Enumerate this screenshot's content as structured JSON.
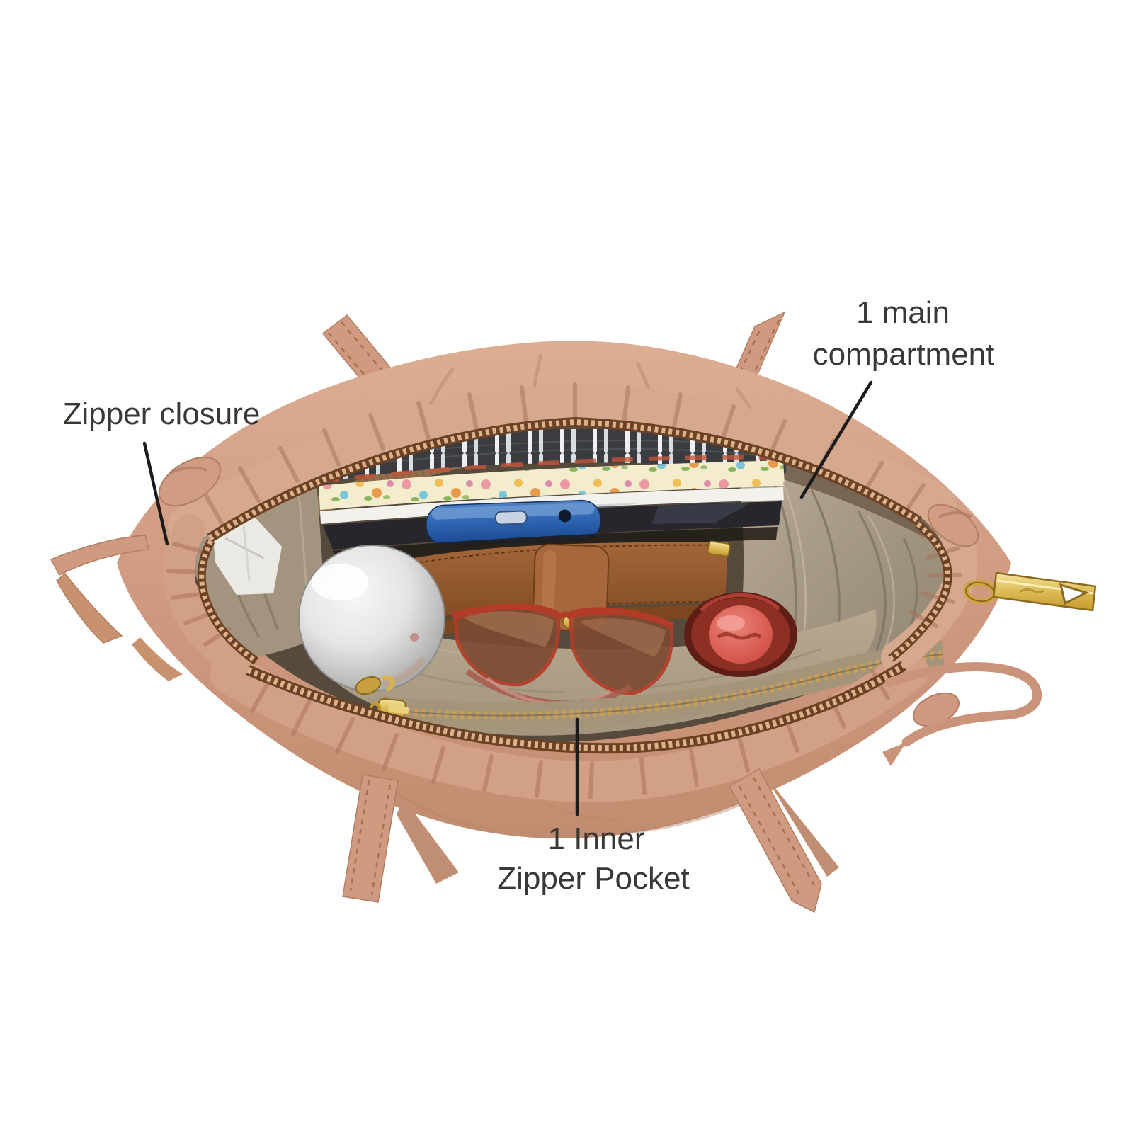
{
  "scene": {
    "background": "#ffffff",
    "subject": "Top view of an open blush-tan ruched tote bag showing its filled main compartment",
    "items_visible": [
      "spiral notebook with floral edge",
      "white tablet",
      "blue smartphone",
      "brown wallet with strap loop",
      "silver sphere compact",
      "red-frame sunglasses",
      "red cosmetic jar",
      "white tissue",
      "gold zipper pull",
      "inner zipper pocket with gold slider"
    ]
  },
  "annotations": {
    "zipper_closure": {
      "label": "Zipper closure"
    },
    "main_compartment": {
      "line1": "1 main",
      "line2": "compartment"
    },
    "inner_zipper_pocket": {
      "line1": "1 Inner",
      "line2": "Zipper Pocket"
    }
  },
  "palette": {
    "leather": "#cf9a80",
    "leather_shadow": "#a9765a",
    "lining": "#a89a87",
    "interior_shadow": "#564a3d",
    "zipper_copper": "#6b4226",
    "pocket_zipper_tape": "#a3947a",
    "hardware_gold": "#d4ab4a",
    "phone_blue": "#2f66b2",
    "wallet_brown": "#96572c",
    "jar_red": "#c94137",
    "annotation_text": "#3b3734",
    "annotation_line": "#1b1b1b"
  }
}
